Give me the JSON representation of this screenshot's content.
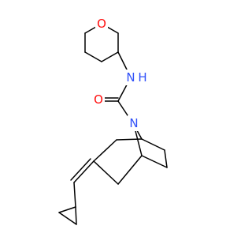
{
  "atoms": {
    "ring_oxygen": "O",
    "amide_nitrogen": "N",
    "amide_hydrogen": "H",
    "carbonyl_oxygen": "O",
    "bridge_nitrogen": "N"
  },
  "colors": {
    "oxygen": "#ff0d0d",
    "nitrogen": "#3050f8",
    "bond": "#000000",
    "background": "#ffffff"
  }
}
